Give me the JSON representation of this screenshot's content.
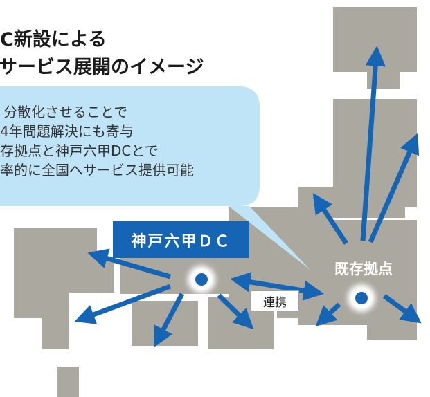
{
  "title": {
    "line1": "C新設による",
    "line2": "サービス展開のイメージ"
  },
  "bubble": {
    "lines": [
      "分散化させることで",
      "4年問題解決にも寄与",
      "存拠点と神戸六甲DCとで",
      "率的に全国へサービス提供可能"
    ]
  },
  "labels": {
    "kobe_dc": "神戸六甲ＤＣ",
    "existing_base": "既存拠点",
    "link": "連携"
  },
  "colors": {
    "land": "#aba89f",
    "arrow": "#1565b4",
    "bubble": "#bfe3f7",
    "label_bg": "#1565b4",
    "background": "#ffffff"
  }
}
